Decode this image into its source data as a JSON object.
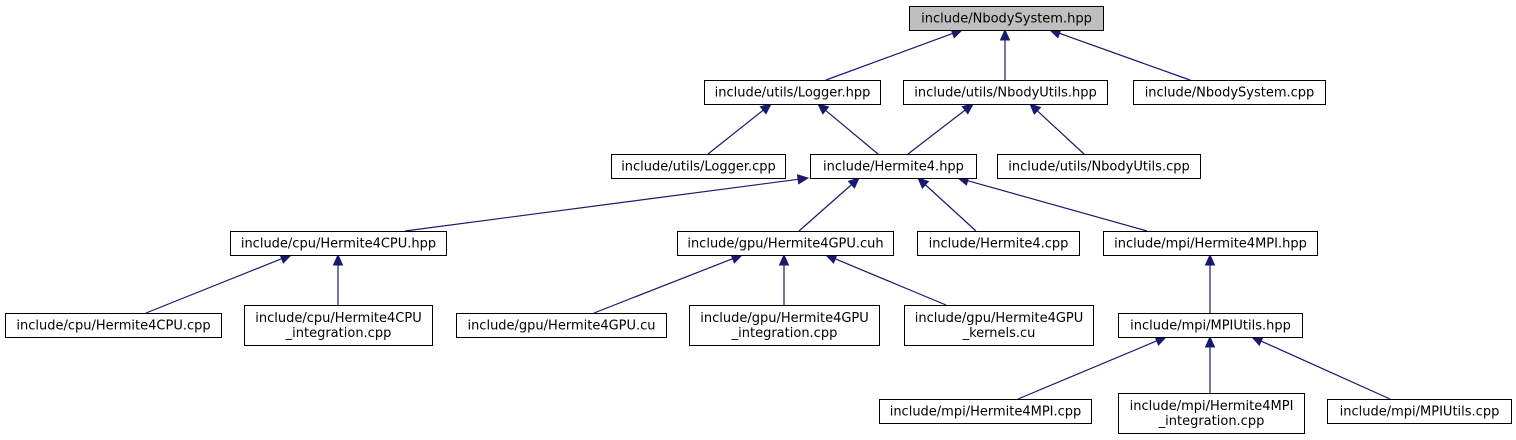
{
  "diagram": {
    "type": "include-dependency-graph",
    "root": "nbodysystem-hpp",
    "colors": {
      "edge": "#191970",
      "root_fill": "#bfbfbf",
      "node_fill": "#ffffff",
      "border": "#000000"
    },
    "nodes": [
      {
        "id": "nbodysystem-hpp",
        "lines": [
          "include/NbodySystem.hpp"
        ]
      },
      {
        "id": "logger-hpp",
        "lines": [
          "include/utils/Logger.hpp"
        ]
      },
      {
        "id": "nbodyutils-hpp",
        "lines": [
          "include/utils/NbodyUtils.hpp"
        ]
      },
      {
        "id": "nbodysystem-cpp",
        "lines": [
          "include/NbodySystem.cpp"
        ]
      },
      {
        "id": "logger-cpp",
        "lines": [
          "include/utils/Logger.cpp"
        ]
      },
      {
        "id": "hermite4-hpp",
        "lines": [
          "include/Hermite4.hpp"
        ]
      },
      {
        "id": "nbodyutils-cpp",
        "lines": [
          "include/utils/NbodyUtils.cpp"
        ]
      },
      {
        "id": "hermite4cpu-hpp",
        "lines": [
          "include/cpu/Hermite4CPU.hpp"
        ]
      },
      {
        "id": "hermite4gpu-cuh",
        "lines": [
          "include/gpu/Hermite4GPU.cuh"
        ]
      },
      {
        "id": "hermite4-cpp",
        "lines": [
          "include/Hermite4.cpp"
        ]
      },
      {
        "id": "hermite4mpi-hpp",
        "lines": [
          "include/mpi/Hermite4MPI.hpp"
        ]
      },
      {
        "id": "hermite4cpu-cpp",
        "lines": [
          "include/cpu/Hermite4CPU.cpp"
        ]
      },
      {
        "id": "hermite4cpu-integration-cpp",
        "lines": [
          "include/cpu/Hermite4CPU",
          "_integration.cpp"
        ]
      },
      {
        "id": "hermite4gpu-cu",
        "lines": [
          "include/gpu/Hermite4GPU.cu"
        ]
      },
      {
        "id": "hermite4gpu-integration-cpp",
        "lines": [
          "include/gpu/Hermite4GPU",
          "_integration.cpp"
        ]
      },
      {
        "id": "hermite4gpu-kernels-cu",
        "lines": [
          "include/gpu/Hermite4GPU",
          "_kernels.cu"
        ]
      },
      {
        "id": "mpiutils-hpp",
        "lines": [
          "include/mpi/MPIUtils.hpp"
        ]
      },
      {
        "id": "hermite4mpi-cpp",
        "lines": [
          "include/mpi/Hermite4MPI.cpp"
        ]
      },
      {
        "id": "hermite4mpi-integration-cpp",
        "lines": [
          "include/mpi/Hermite4MPI",
          "_integration.cpp"
        ]
      },
      {
        "id": "mpiutils-cpp",
        "lines": [
          "include/mpi/MPIUtils.cpp"
        ]
      }
    ],
    "edges": [
      {
        "from": "logger-hpp",
        "to": "nbodysystem-hpp"
      },
      {
        "from": "nbodyutils-hpp",
        "to": "nbodysystem-hpp"
      },
      {
        "from": "nbodysystem-cpp",
        "to": "nbodysystem-hpp"
      },
      {
        "from": "logger-cpp",
        "to": "logger-hpp"
      },
      {
        "from": "hermite4-hpp",
        "to": "logger-hpp"
      },
      {
        "from": "hermite4-hpp",
        "to": "nbodyutils-hpp"
      },
      {
        "from": "nbodyutils-cpp",
        "to": "nbodyutils-hpp"
      },
      {
        "from": "hermite4cpu-hpp",
        "to": "hermite4-hpp"
      },
      {
        "from": "hermite4gpu-cuh",
        "to": "hermite4-hpp"
      },
      {
        "from": "hermite4-cpp",
        "to": "hermite4-hpp"
      },
      {
        "from": "hermite4mpi-hpp",
        "to": "hermite4-hpp"
      },
      {
        "from": "hermite4cpu-cpp",
        "to": "hermite4cpu-hpp"
      },
      {
        "from": "hermite4cpu-integration-cpp",
        "to": "hermite4cpu-hpp"
      },
      {
        "from": "hermite4gpu-cu",
        "to": "hermite4gpu-cuh"
      },
      {
        "from": "hermite4gpu-integration-cpp",
        "to": "hermite4gpu-cuh"
      },
      {
        "from": "hermite4gpu-kernels-cu",
        "to": "hermite4gpu-cuh"
      },
      {
        "from": "mpiutils-hpp",
        "to": "hermite4mpi-hpp"
      },
      {
        "from": "hermite4mpi-cpp",
        "to": "mpiutils-hpp"
      },
      {
        "from": "hermite4mpi-integration-cpp",
        "to": "mpiutils-hpp"
      },
      {
        "from": "mpiutils-cpp",
        "to": "mpiutils-hpp"
      }
    ]
  }
}
